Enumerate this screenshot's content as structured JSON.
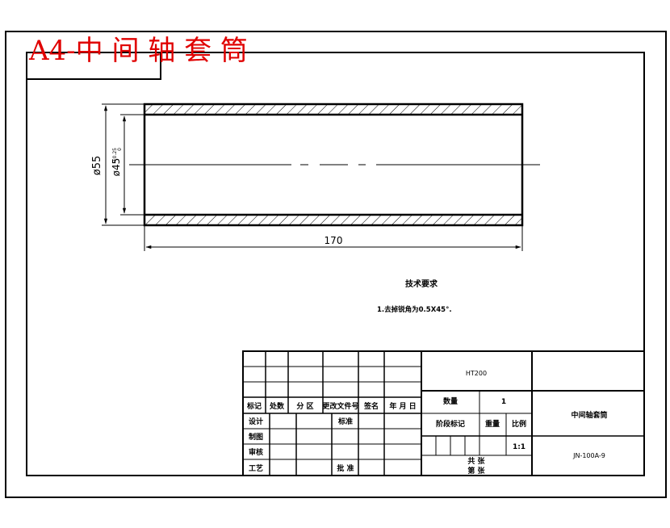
{
  "sheet_title": "A4-中 间 轴 套 筒",
  "dimensions": {
    "outer_dia": "ø55",
    "inner_dia": "ø45",
    "inner_tol_upper": "+0.25",
    "inner_tol_lower": "0",
    "length": "170"
  },
  "tech_req": {
    "heading": "技术要求",
    "note": "1.去掉锐角为0.5X45°."
  },
  "title_block": {
    "material": "HT200",
    "part_name": "中间轴套筒",
    "drawing_no": "JN-100A-9",
    "header_labels": [
      "标记",
      "处数",
      "分 区",
      "更改文件号",
      "签名",
      "年 月 日"
    ],
    "row_labels": [
      "设计",
      "制图",
      "审核",
      "工艺"
    ],
    "standardize": "标准",
    "approve": "批 准",
    "quantity_label": "数量",
    "quantity_value": "1",
    "stage_label": "阶段标记",
    "weight_label": "重量",
    "scale_label": "比例",
    "scale_value": "1:1",
    "sheets_total": "共    张",
    "sheet_no": "第    张"
  },
  "colors": {
    "title": "#e00000",
    "line": "#000000"
  }
}
